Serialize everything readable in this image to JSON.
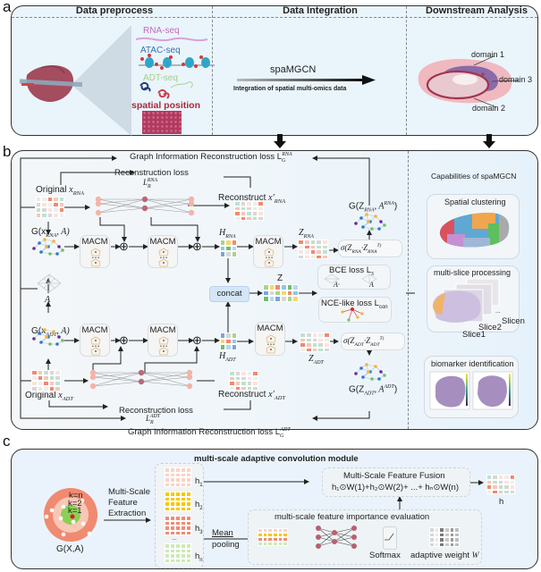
{
  "panels": {
    "a": {
      "letter": "a",
      "headers": [
        "Data preprocess",
        "Data Integration",
        "Downstream Analysis"
      ],
      "omics": {
        "rna": "RNA-seq",
        "atac": "ATAC-seq",
        "adt": "ADT-seq",
        "spatial": "spatial position"
      },
      "integration": {
        "model": "spaMGCN",
        "caption": "Integration of spatial multi-omics data"
      },
      "domains": [
        "domain 1",
        "domain 3",
        "domain 2"
      ]
    },
    "b": {
      "letter": "b",
      "graph_loss_rna": "Graph Information Reconstruction  loss L",
      "graph_loss_rna_sub": "G",
      "graph_loss_rna_sup": "RNA",
      "graph_loss_adt": "Graph Information Reconstruction  loss L",
      "graph_loss_adt_sub": "G",
      "graph_loss_adt_sup": "ADT",
      "recon_loss": "Reconstruction loss",
      "recon_rna_sym": "L",
      "recon_rna_sub": "R",
      "recon_rna_sup": "RNA",
      "recon_adt_sym": "L",
      "recon_adt_sub": "R",
      "recon_adt_sup": "ADT",
      "original_rna": "Original ",
      "original_rna_var": "x",
      "original_rna_sub": "RNA",
      "original_adt": "Original ",
      "original_adt_var": "x",
      "original_adt_sub": "ADT",
      "reconstruct_rna": "Reconstruct ",
      "reconstruct_rna_var": "x′",
      "reconstruct_rna_sub": "RNA",
      "reconstruct_adt": "Reconstruct ",
      "reconstruct_adt_var": "x′",
      "reconstruct_adt_sub": "ADT",
      "g_rna": "G(x",
      "g_rna_sub": "RNA",
      "g_rna_end": ", A)",
      "g_adt": "G(x",
      "g_adt_sub": "ADT",
      "g_adt_end": ", A)",
      "adj": "A",
      "macm": "MACM",
      "h_rna": "H",
      "h_rna_sub": "RNA",
      "h_adt": "H",
      "h_adt_sub": "ADT",
      "z_rna": "Z",
      "z_rna_sub": "RNA",
      "z_adt": "Z",
      "z_adt_sub": "ADT",
      "z": "Z",
      "concat": "concat",
      "sigma_rna": "σ(Z",
      "sigma_rna_sub1": "RNA",
      "sigma_rna_mid": "·Z",
      "sigma_rna_sub2": "RNA",
      "sigma_rna_end": "T)",
      "sigma_adt": "σ(Z",
      "sigma_adt_sub1": "ADT",
      "sigma_adt_mid": "·Z",
      "sigma_adt_sub2": "ADT",
      "sigma_adt_end": "T)",
      "g_zrna": "G(Z",
      "g_zrna_sub": "RNA",
      "g_zrna_mid": ", A",
      "g_zrna_sup": "RNA",
      "g_zrna_end": ")",
      "g_zadt": "G(Z",
      "g_zadt_sub": "ADT",
      "g_zadt_mid": ", A",
      "g_zadt_sup": "ADT",
      "g_zadt_end": ")",
      "bce": "BCE  loss L",
      "bce_sub": "S",
      "bce_a_hat": "A·",
      "bce_a": "A",
      "nce": "NCE-like loss L",
      "nce_sub": "con",
      "capabilities": {
        "title": "Capabilities of  spaMGCN",
        "items": [
          "Spatial clustering",
          "multi-slice processing",
          "biomarker identification"
        ],
        "slices": [
          "Slice1",
          "Slice2",
          "Slicen",
          "..."
        ]
      }
    },
    "c": {
      "letter": "c",
      "title": "multi-scale adaptive convolution module",
      "graph_label": "G(X,A)",
      "k_labels": [
        "k=n",
        "k=2",
        "k=1"
      ],
      "extraction": [
        "Multi-Scale",
        "Feature",
        "Extraction"
      ],
      "h_labels": [
        "h",
        "h",
        "h",
        "h"
      ],
      "h_subs": [
        "1",
        "2",
        "3",
        "n"
      ],
      "ellipsis": "...",
      "mean_pooling": [
        "Mean",
        "pooling"
      ],
      "fusion_title": "Multi-Scale Feature Fusion",
      "fusion_formula": "h₁⊙W(1)+h₂⊙W(2)+  ...+ hₙ⊙W(n)",
      "output_h": "h",
      "importance_title": "multi-scale feature importance evaluation",
      "softmax": "Softmax",
      "adaptive_weight": "adaptive weight ",
      "adaptive_weight_var": "W"
    }
  },
  "colors": {
    "panel_bg": "#eaf4fb",
    "heat_red": "#f08a70",
    "heat_pink": "#f7c6b9",
    "heat_green": "#b9e4cf",
    "heat_gray": "#d7d7d7",
    "node_pink": "#f3b4a8",
    "node_dark": "#b86a78",
    "gold": "#f5c800",
    "salmon": "#f08c75",
    "light_green": "#cdeab5",
    "concat_blue": "#d4e6f7"
  }
}
